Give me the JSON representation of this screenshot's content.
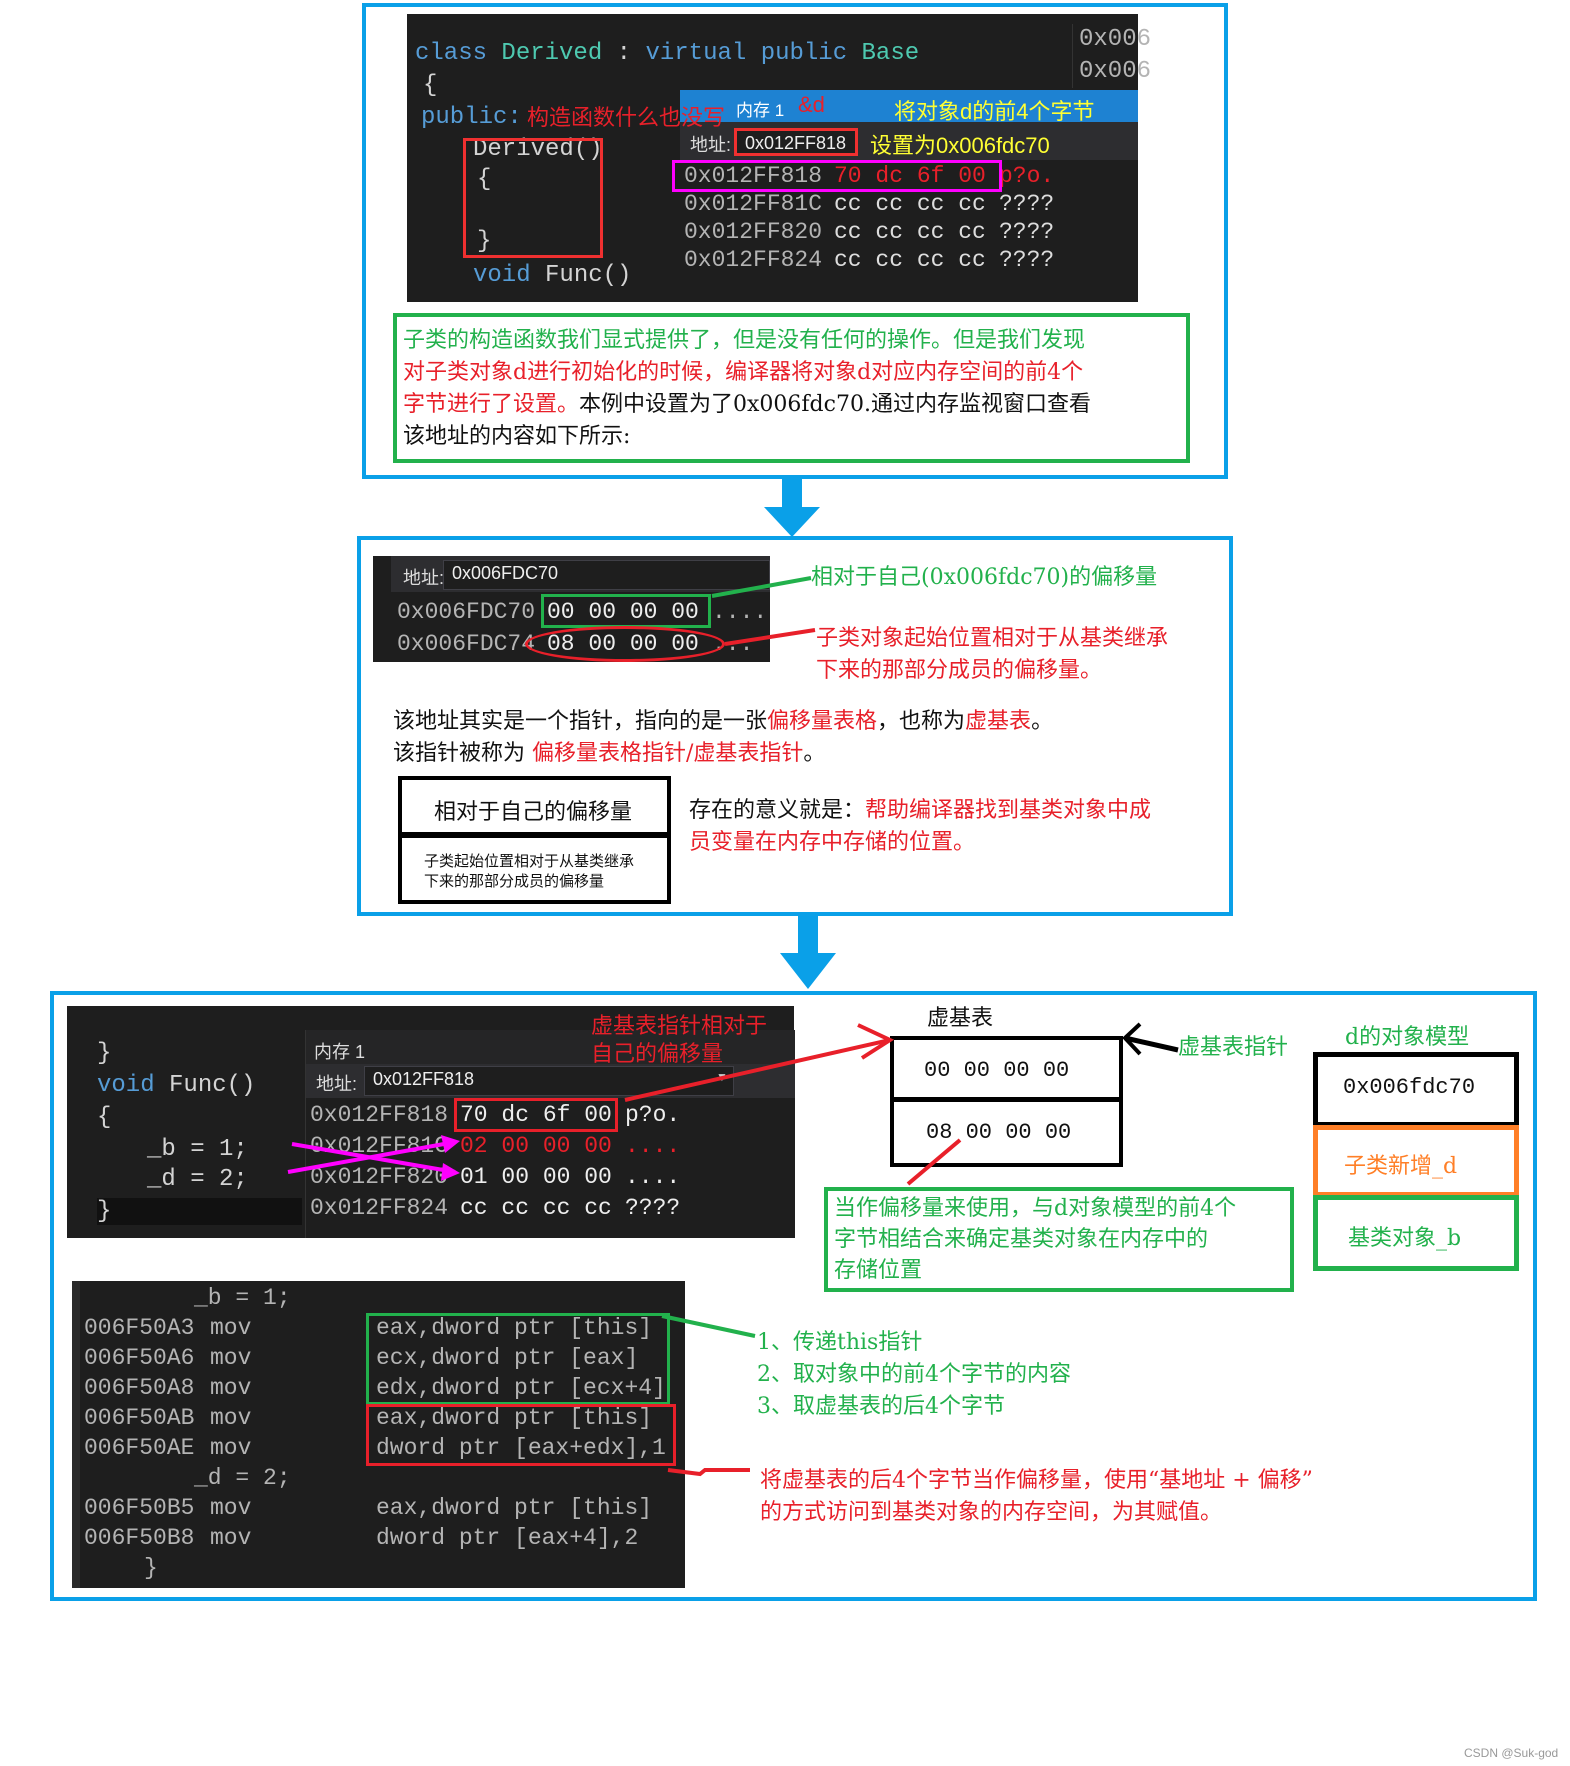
{
  "panel1": {
    "code": {
      "class_kw": "class",
      "class_name": "Derived",
      "colon": ":",
      "virtual_kw": "virtual public",
      "base": "Base",
      "brace_open": "{",
      "public_kw": "public:",
      "note": "构造函数什么也没写",
      "ctor": "Derived()",
      "ctor_open": "{",
      "ctor_close": "}",
      "func_kw": "void",
      "func": "Func()",
      "side1": "0x006",
      "side2": "0x006"
    },
    "memory": {
      "title": "内存 1",
      "ref": "&d",
      "note1": "将对象d的前4个字节",
      "addr_label": "地址:",
      "addr_value": "0x012FF818",
      "note2": "设置为0x006fdc70",
      "rows": [
        {
          "addr": "0x012FF818",
          "bytes": "70 dc 6f 00",
          "ascii": "p?o."
        },
        {
          "addr": "0x012FF81C",
          "bytes": "cc cc cc cc",
          "ascii": "????"
        },
        {
          "addr": "0x012FF820",
          "bytes": "cc cc cc cc",
          "ascii": "????"
        },
        {
          "addr": "0x012FF824",
          "bytes": "cc cc cc cc",
          "ascii": "????"
        }
      ]
    },
    "desc": {
      "green": "子类的构造函数我们显式提供了，但是没有任何的操作。但是我们发现",
      "red1": "对子类对象d进行初始化的时候，编译器将对象d对应内存空间的前4个",
      "red2": "字节进行了设置。",
      "black2": "本例中设置为了0x006fdc70.通过内存监视窗口查看",
      "black3": "该地址的内容如下所示:"
    }
  },
  "panel2": {
    "memory": {
      "addr_label": "地址:",
      "addr_value": "0x006FDC70",
      "rows": [
        {
          "addr": "0x006FDC70",
          "bytes": "00 00 00 00",
          "ascii": "...."
        },
        {
          "addr": "0x006FDC74",
          "bytes": "08 00 00 00",
          "ascii": "..."
        }
      ]
    },
    "label_self": "相对于自己(0x006fdc70)的偏移量",
    "label_base_1": "子类对象起始位置相对于从基类继承",
    "label_base_2": "下来的那部分成员的偏移量。",
    "para": {
      "l1a": "该地址其实是一个指针，指向的是一张",
      "l1b": "偏移量表格",
      "l1c": "，也称为",
      "l1d": "虚基表",
      "l1e": "。",
      "l2a": "该指针被称为 ",
      "l2b": "偏移量表格指针/虚基表指针",
      "l2c": "。"
    },
    "table": {
      "row1": "相对于自己的偏移量",
      "row2_1": "子类起始位置相对于从基类继承",
      "row2_2": "下来的那部分成员的偏移量"
    },
    "meaning": {
      "a": "存在的意义就是：",
      "b": "帮助编译器找到基类对象中成",
      "c": "员变量在内存中存储的位置。"
    }
  },
  "panel3": {
    "code": {
      "close1": "}",
      "func_kw": "void",
      "func": "Func()",
      "open": "{",
      "b": "_b = 1;",
      "d": "_d = 2;",
      "close2": "}"
    },
    "memory": {
      "title": "内存 1",
      "addr_label": "地址:",
      "addr_value": "0x012FF818",
      "rows": [
        {
          "addr": "0x012FF818",
          "bytes": "70 dc 6f 00",
          "ascii": "p?o."
        },
        {
          "addr": "0x012FF81C",
          "bytes": "02 00 00 00",
          "ascii": "...."
        },
        {
          "addr": "0x012FF820",
          "bytes": "01 00 00 00",
          "ascii": "...."
        },
        {
          "addr": "0x012FF824",
          "bytes": "cc cc cc cc",
          "ascii": "????"
        }
      ]
    },
    "vbptr_note_1": "虚基表指针相对于",
    "vbptr_note_2": "自己的偏移量",
    "vbtable": {
      "title": "虚基表",
      "row1": "00 00 00 00",
      "row2": "08 00 00 00",
      "pointer_label": "虚基表指针"
    },
    "offset_note": [
      "当作偏移量来使用，与d对象模型的前4个",
      "字节相结合来确定基类对象在内存中的",
      "存储位置"
    ],
    "object_model": {
      "title": "d的对象模型",
      "row1": "0x006fdc70",
      "row2": "子类新增_d",
      "row3": "基类对象_b"
    },
    "asm": {
      "src_b": "_b = 1;",
      "src_d": "_d = 2;",
      "close": "}",
      "lines": [
        {
          "addr": "006F50A3",
          "op": "mov",
          "args": "eax,dword ptr [this]"
        },
        {
          "addr": "006F50A6",
          "op": "mov",
          "args": "ecx,dword ptr [eax]"
        },
        {
          "addr": "006F50A8",
          "op": "mov",
          "args": "edx,dword ptr [ecx+4]"
        },
        {
          "addr": "006F50AB",
          "op": "mov",
          "args": "eax,dword ptr [this]"
        },
        {
          "addr": "006F50AE",
          "op": "mov",
          "args": "dword ptr [eax+edx],1"
        },
        {
          "addr": "006F50B5",
          "op": "mov",
          "args": "eax,dword ptr [this]"
        },
        {
          "addr": "006F50B8",
          "op": "mov",
          "args": "dword ptr [eax+4],2"
        }
      ]
    },
    "steps": [
      "1、传递this指针",
      "2、取对象中的前4个字节的内容",
      "3、取虚基表的后4个字节"
    ],
    "final_note_1": "将虚基表的后4个字节当作偏移量，使用“基地址 + 偏移”",
    "final_note_2": "的方式访问到基类对象的内存空间，为其赋值。"
  },
  "watermark": "CSDN @Suk-god",
  "colors": {
    "frame": "#0aa0e8",
    "green": "#22b14c",
    "red": "#e8202a",
    "magenta": "#ff00ff",
    "orange": "#ff7f27"
  }
}
